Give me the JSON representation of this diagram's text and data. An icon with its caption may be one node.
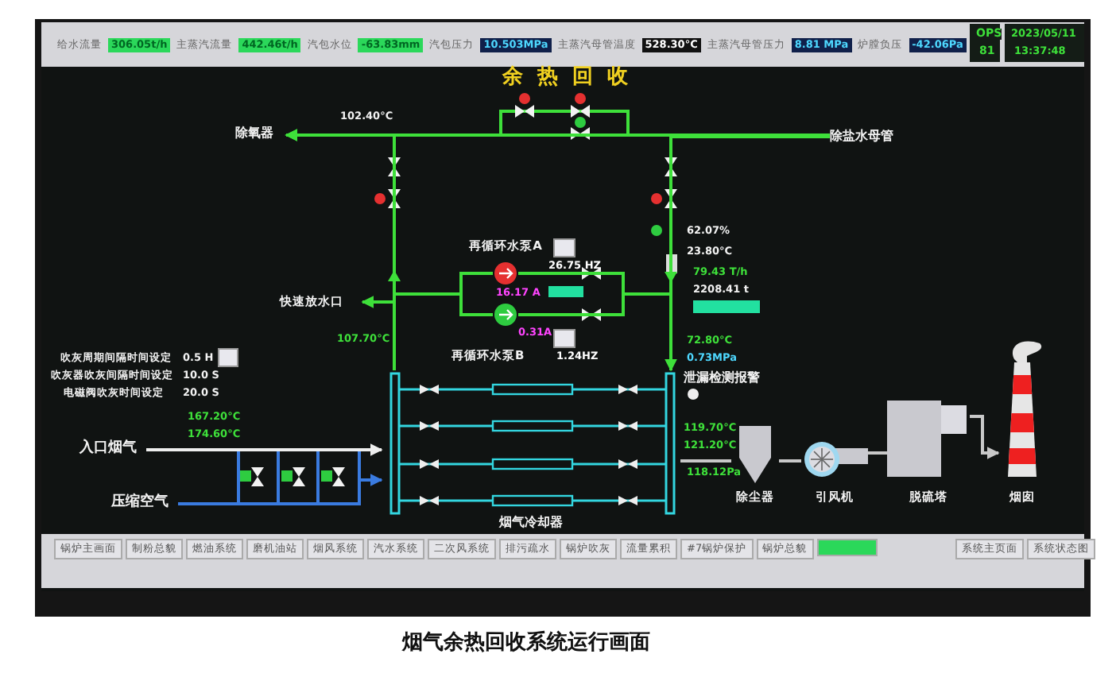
{
  "diagram": {
    "title": "余热回收",
    "caption": "烟气余热回收系统运行画面",
    "nodes": [
      {
        "text": [
          "除氧器"
        ]
      },
      {
        "text": [
          "除盐水母管"
        ]
      },
      {
        "text": [
          "再循环水泵A"
        ],
        "beside": [
          "26.75 HZ",
          "16.17 A"
        ]
      },
      {
        "text": [
          "快速放水口"
        ]
      },
      {
        "text": [
          "再循环水泵B"
        ],
        "beside": [
          "0.31A",
          "1.24HZ"
        ]
      },
      {
        "text": [
          "入口烟气"
        ]
      },
      {
        "text": [
          "压缩空气"
        ]
      },
      {
        "text": [
          "除尘器"
        ]
      },
      {
        "text": [
          "引风机"
        ]
      },
      {
        "text": [
          "脱硫塔"
        ]
      },
      {
        "text": [
          "烟囱"
        ]
      },
      {
        "text": [
          "烟气冷却器"
        ]
      }
    ],
    "edges": [
      {
        "from": 1,
        "to": 0,
        "arrow": "to"
      },
      {
        "from": 1,
        "to": 11,
        "arrow": "to"
      },
      {
        "from": 11,
        "to": 0,
        "arrow": "to"
      },
      {
        "from": 11,
        "to": 3,
        "arrow": "to"
      },
      {
        "from": 11,
        "to": 2,
        "arrow": "none"
      },
      {
        "from": 2,
        "to": 11,
        "arrow": "none"
      },
      {
        "from": 11,
        "to": 4,
        "arrow": "none"
      },
      {
        "from": 4,
        "to": 11,
        "arrow": "none"
      },
      {
        "from": 5,
        "to": 11,
        "arrow": "to",
        "color": "#eeeeee"
      },
      {
        "from": 6,
        "to": 11,
        "arrow": "to",
        "color": "#3a7be0"
      },
      {
        "from": 11,
        "to": 7,
        "arrow": "none",
        "color": "#c8c8c8"
      },
      {
        "from": 7,
        "to": 8,
        "arrow": "none",
        "color": "#c8c8c8"
      },
      {
        "from": 8,
        "to": 9,
        "arrow": "none",
        "color": "#c8c8c8"
      },
      {
        "from": 9,
        "to": 10,
        "arrow": "to",
        "color": "#c8c8c8"
      }
    ],
    "labels": [
      "给水流量",
      "306.05t/h",
      "主蒸汽流量",
      "442.46t/h",
      "汽包水位",
      "-63.83mm",
      "汽包压力",
      "10.503MPa",
      "主蒸汽母管温度",
      "528.30°C",
      "主蒸汽母管压力",
      "8.81 MPa",
      "炉膛负压",
      "-42.06Pa",
      "OPS",
      "81",
      "2023/05/11",
      "13:37:48",
      "102.40°C",
      "62.07%",
      "23.80°C",
      "79.43 T/h",
      "2208.41 t",
      "107.70°C",
      "吹灰周期间隔时间设定",
      "0.5 H",
      "吹灰器吹灰间隔时间设定",
      "10.0 S",
      "电磁阀吹灰时间设定",
      "20.0 S",
      "72.80°C",
      "0.73MPa",
      "泄漏检测报警",
      "167.20°C",
      "174.60°C",
      "119.70°C",
      "121.20°C",
      "118.12Pa",
      "锅炉主画面",
      "制粉总貌",
      "燃油系统",
      "磨机油站",
      "烟风系统",
      "汽水系统",
      "二次风系统",
      "排污疏水",
      "锅炉吹灰",
      "流量累积",
      "#7锅炉保护",
      "锅炉总貌",
      "系统主页面",
      "系统状态图"
    ]
  }
}
